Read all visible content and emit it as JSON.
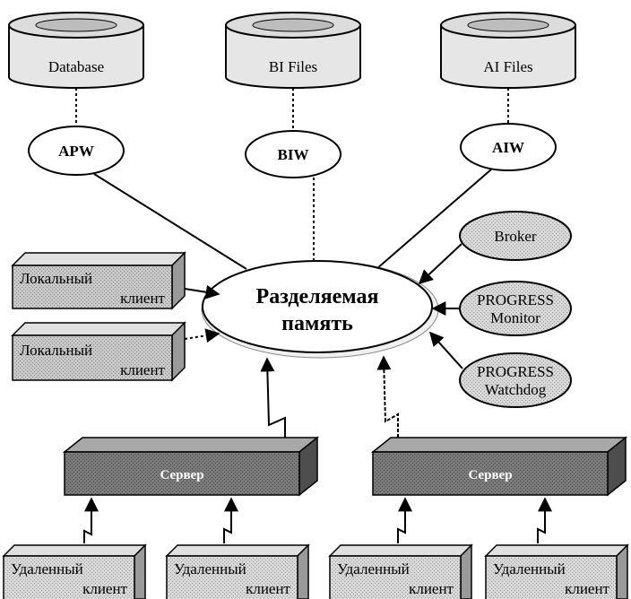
{
  "storage": {
    "database": "Database",
    "bi_files": "BI Files",
    "ai_files": "AI Files"
  },
  "writers": {
    "apw": "APW",
    "biw": "BIW",
    "aiw": "AIW"
  },
  "shared_memory": {
    "line1": "Разделяемая",
    "line2": "память"
  },
  "services": {
    "broker": "Broker",
    "monitor_line1": "PROGRESS",
    "monitor_line2": "Monitor",
    "watchdog_line1": "PROGRESS",
    "watchdog_line2": "Watchdog"
  },
  "local_clients": [
    {
      "line1": "Локальный",
      "line2": "клиент"
    },
    {
      "line1": "Локальный",
      "line2": "клиент"
    }
  ],
  "servers": [
    {
      "label": "Сервер"
    },
    {
      "label": "Сервер"
    }
  ],
  "remote_clients": [
    {
      "line1": "Удаленный",
      "line2": "клиент"
    },
    {
      "line1": "Удаленный",
      "line2": "клиент"
    },
    {
      "line1": "Удаленный",
      "line2": "клиент"
    },
    {
      "line1": "Удаленный",
      "line2": "клиент"
    }
  ],
  "colors": {
    "box_fill": "#c8c8c8",
    "box_side": "#9a9a9a",
    "server_fill": "#7a7a7a",
    "cylinder_fill": "#e6e6e6",
    "oval_fill": "#ffffff",
    "gray_oval_fill": "#d0d0d0"
  }
}
